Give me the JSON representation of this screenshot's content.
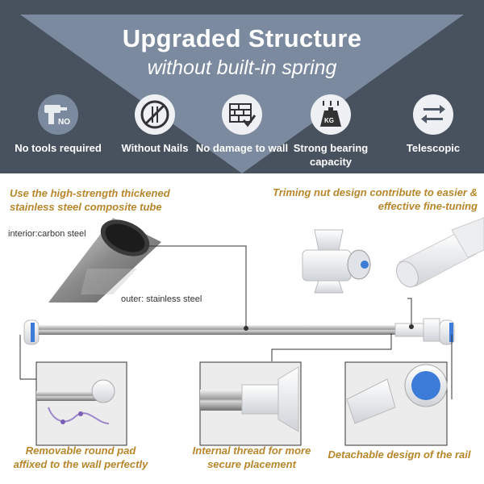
{
  "header": {
    "title": "Upgraded Structure",
    "subtitle": "without built-in spring"
  },
  "features": [
    {
      "icon": "drill-no-icon",
      "icon_text": "NO",
      "label": "No tools required"
    },
    {
      "icon": "no-nails-icon",
      "label": "Without Nails"
    },
    {
      "icon": "wall-check-icon",
      "label": "No damage to wall"
    },
    {
      "icon": "weight-kg-icon",
      "icon_text": "KG",
      "label": "Strong bearing capacity"
    },
    {
      "icon": "telescopic-arrows-icon",
      "label": "Telescopic"
    }
  ],
  "notes": {
    "tube": "Use the high-strength thickened stainless steel composite tube",
    "nut": "Triming nut design contribute to easier & effective fine-tuning",
    "interior": "interior:carbon steel",
    "outer": "outer: stainless steel"
  },
  "captions": {
    "pad": "Removable round pad affixed to the wall perfectly",
    "thread": "Internal thread for more secure placement",
    "rail": "Detachable design of the rail"
  },
  "colors": {
    "header_bg": "#47525e",
    "header_triangle": "#7b8a9e",
    "accent_text": "#b8862a",
    "pad_blue": "#3d7bd9"
  }
}
